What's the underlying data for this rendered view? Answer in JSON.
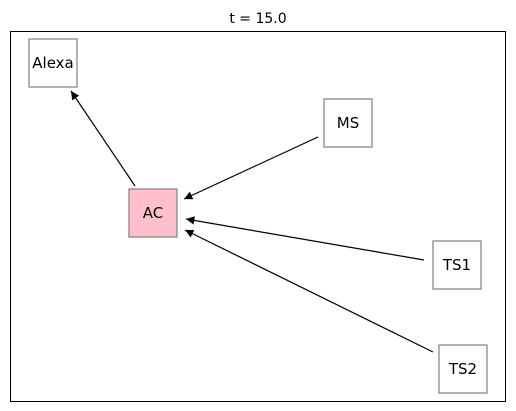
{
  "title": "t = 15.0",
  "colors": {
    "node_border": "#808080",
    "node_fill": "#ffffff",
    "highlight_fill": "#ffc0cb",
    "edge": "#000000",
    "frame": "#000000"
  },
  "nodes": [
    {
      "id": "alexa",
      "label": "Alexa",
      "highlight": false
    },
    {
      "id": "ms",
      "label": "MS",
      "highlight": false
    },
    {
      "id": "ac",
      "label": "AC",
      "highlight": true
    },
    {
      "id": "ts1",
      "label": "TS1",
      "highlight": false
    },
    {
      "id": "ts2",
      "label": "TS2",
      "highlight": false
    }
  ],
  "edges": [
    {
      "from": "ac",
      "to": "alexa"
    },
    {
      "from": "ms",
      "to": "ac"
    },
    {
      "from": "ts1",
      "to": "ac"
    },
    {
      "from": "ts2",
      "to": "ac"
    }
  ]
}
